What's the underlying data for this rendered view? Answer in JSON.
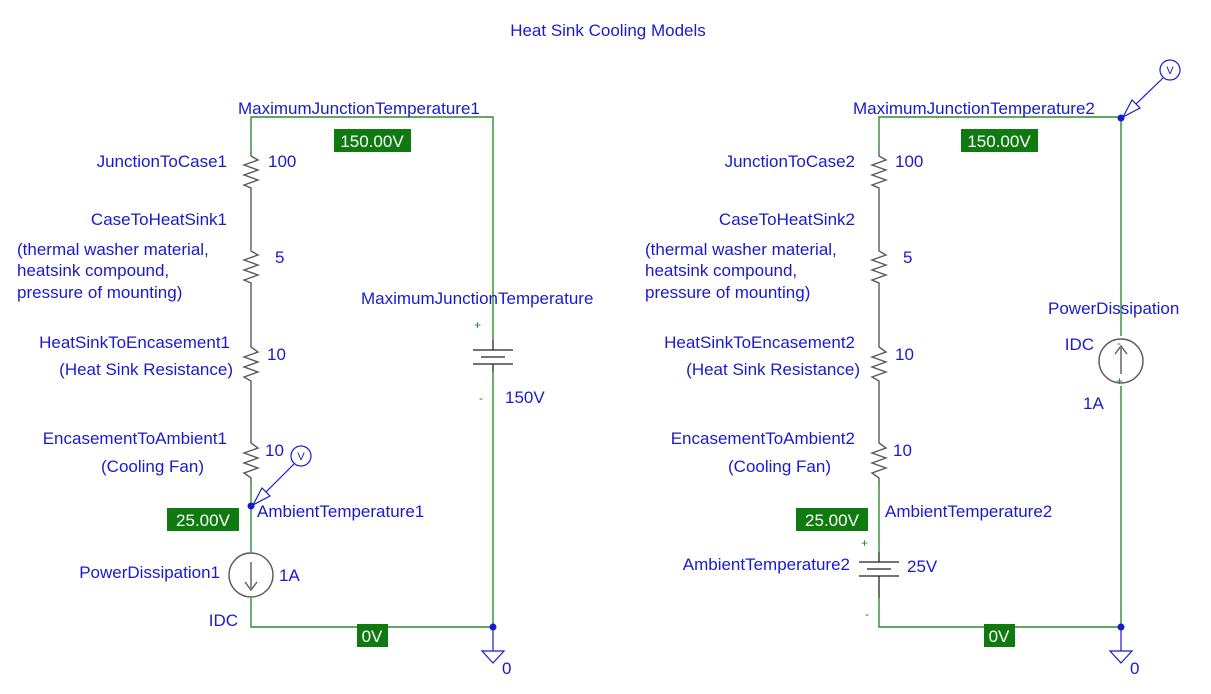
{
  "title": "Heat Sink Cooling Models",
  "colors": {
    "wire": "#2e8b2e",
    "label_text": "#1a1acc",
    "component": "#5a5a5a",
    "voltage_tag_bg": "#0f7a0f",
    "voltage_tag_text": "#ffffff"
  },
  "circuit1": {
    "top_node_label": "MaximumJunctionTemperature1",
    "top_voltage": "150.00V",
    "r1": {
      "name": "JunctionToCase1",
      "value": "100"
    },
    "r2": {
      "name": "CaseToHeatSink1",
      "value": "5",
      "note": [
        "(thermal washer material,",
        "heatsink compound,",
        "pressure of mounting)"
      ]
    },
    "r3": {
      "name": "HeatSinkToEncasement1",
      "value": "10",
      "note": "(Heat Sink Resistance)"
    },
    "r4": {
      "name": "EncasementToAmbient1",
      "value": "10",
      "note": "(Cooling Fan)"
    },
    "ambient_node_label": "AmbientTemperature1",
    "ambient_voltage": "25.00V",
    "source": {
      "name": "PowerDissipation1",
      "value": "1A",
      "type": "IDC"
    },
    "battery": {
      "name": "MaximumJunctionTemperature",
      "value": "150V",
      "plus": "+",
      "minus": "-"
    },
    "bottom_voltage": "0V",
    "ground_label": "0",
    "probe": "V"
  },
  "circuit2": {
    "top_node_label": "MaximumJunctionTemperature2",
    "top_voltage": "150.00V",
    "r1": {
      "name": "JunctionToCase2",
      "value": "100"
    },
    "r2": {
      "name": "CaseToHeatSink2",
      "value": "5",
      "note": [
        "(thermal washer material,",
        "heatsink compound,",
        "pressure of mounting)"
      ]
    },
    "r3": {
      "name": "HeatSinkToEncasement2",
      "value": "10",
      "note": "(Heat Sink Resistance)"
    },
    "r4": {
      "name": "EncasementToAmbient2",
      "value": "10",
      "note": "(Cooling Fan)"
    },
    "ambient_node_label": "AmbientTemperature2",
    "ambient_voltage": "25.00V",
    "battery": {
      "name": "AmbientTemperature2",
      "value": "25V",
      "plus": "+",
      "minus": "-"
    },
    "source": {
      "name": "PowerDissipation",
      "value": "1A",
      "type": "IDC"
    },
    "bottom_voltage": "0V",
    "ground_label": "0",
    "probe": "V"
  }
}
